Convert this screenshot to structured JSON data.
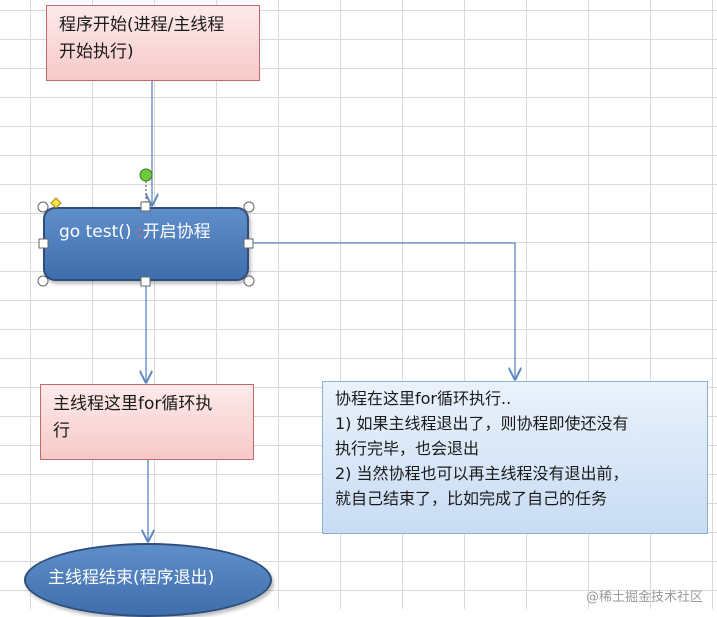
{
  "nodes": {
    "start": {
      "line1": "程序开始(进程/主线程",
      "line2": "开始执行)"
    },
    "goroutine_start": {
      "code": "go test()",
      "sep": " :",
      "text": "开启协程"
    },
    "main_loop": {
      "line1": "主线程这里for循环执",
      "line2": "行"
    },
    "goroutine_loop": {
      "line1": "协程在这里for循环执行..",
      "line2": "1) 如果主线程退出了，则协程即使还没有",
      "line3": "执行完毕，也会退出",
      "line4": "2) 当然协程也可以再主线程没有退出前，",
      "line5": "就自己结束了，比如完成了自己的任务"
    },
    "end": {
      "text": "主线程结束(程序退出)"
    }
  },
  "watermark": "@稀土掘金技术社区",
  "colors": {
    "rect_fill": "#f7c9c9",
    "rect_border": "#c26a6a",
    "shape_fill": "#4f7fbf",
    "shape_border": "#2e4d7a",
    "note_fill": "#dbe7f7",
    "connector": "#5b86bf",
    "grid": "#d9d9d9"
  },
  "icons": {
    "rotation_handle": "green-circle",
    "adjust_handle": "yellow-diamond",
    "resize_handles": "white-circles-and-squares"
  }
}
